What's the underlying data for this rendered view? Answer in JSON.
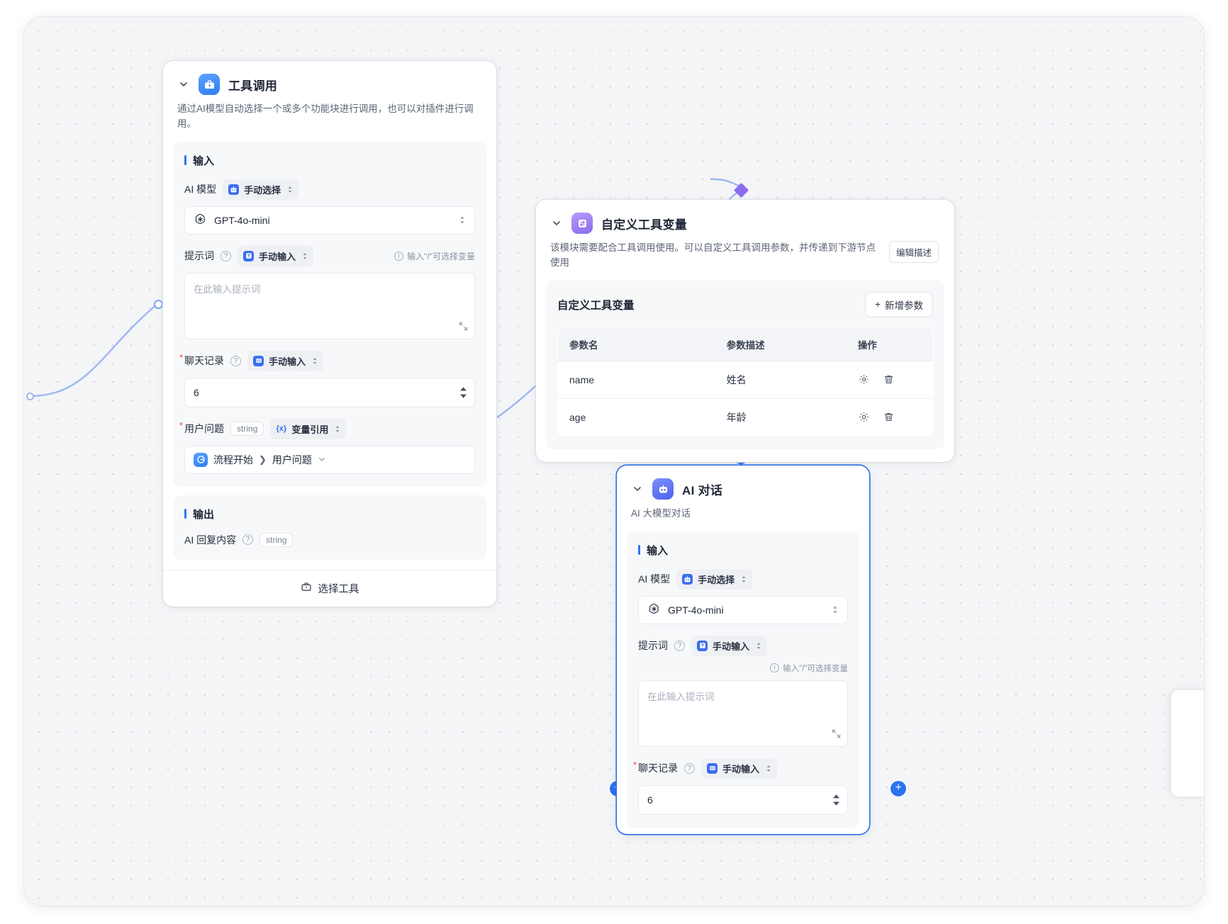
{
  "nodes": {
    "tool_call": {
      "title": "工具调用",
      "desc": "通过AI模型自动选择一个或多个功能块进行调用，也可以对插件进行调用。",
      "input_section": "输入",
      "output_section": "输出",
      "model_label": "AI 模型",
      "model_mode": "手动选择",
      "model_value": "GPT-4o-mini",
      "prompt_label": "提示词",
      "prompt_mode": "手动输入",
      "prompt_hint": "输入\"/\"可选择变量",
      "prompt_placeholder": "在此输入提示词",
      "chat_label": "聊天记录",
      "chat_mode": "手动输入",
      "chat_value": "6",
      "question_label": "用户问题",
      "question_type": "string",
      "question_mode": "变量引用",
      "question_ref_node": "流程开始",
      "question_ref_field": "用户问题",
      "output_field": "AI 回复内容",
      "output_type": "string",
      "footer_button": "选择工具"
    },
    "tool_vars": {
      "title": "自定义工具变量",
      "desc": "该模块需要配合工具调用使用。可以自定义工具调用参数，并传递到下游节点使用",
      "edit_desc_button": "编辑描述",
      "panel_title": "自定义工具变量",
      "add_button": "新增参数",
      "add_icon": "plus-icon",
      "columns": [
        "参数名",
        "参数描述",
        "操作"
      ],
      "rows": [
        {
          "name": "name",
          "desc": "姓名",
          "actions": [
            "gear-icon",
            "trash-icon"
          ]
        },
        {
          "name": "age",
          "desc": "年龄",
          "actions": [
            "gear-icon",
            "trash-icon"
          ]
        }
      ]
    },
    "ai_chat": {
      "title": "AI 对话",
      "desc": "AI 大模型对话",
      "input_section": "输入",
      "model_label": "AI 模型",
      "model_mode": "手动选择",
      "model_value": "GPT-4o-mini",
      "prompt_label": "提示词",
      "prompt_mode": "手动输入",
      "prompt_hint": "输入\"/\"可选择变量",
      "prompt_placeholder": "在此输入提示词",
      "chat_label": "聊天记录",
      "chat_mode": "手动输入",
      "chat_value": "6"
    }
  },
  "colors": {
    "accent": "#2b74f0",
    "edge": "#9db7ef",
    "diamond": "#8b6cf0",
    "required": "#e84b3d",
    "canvas": "#f4f5f7"
  }
}
